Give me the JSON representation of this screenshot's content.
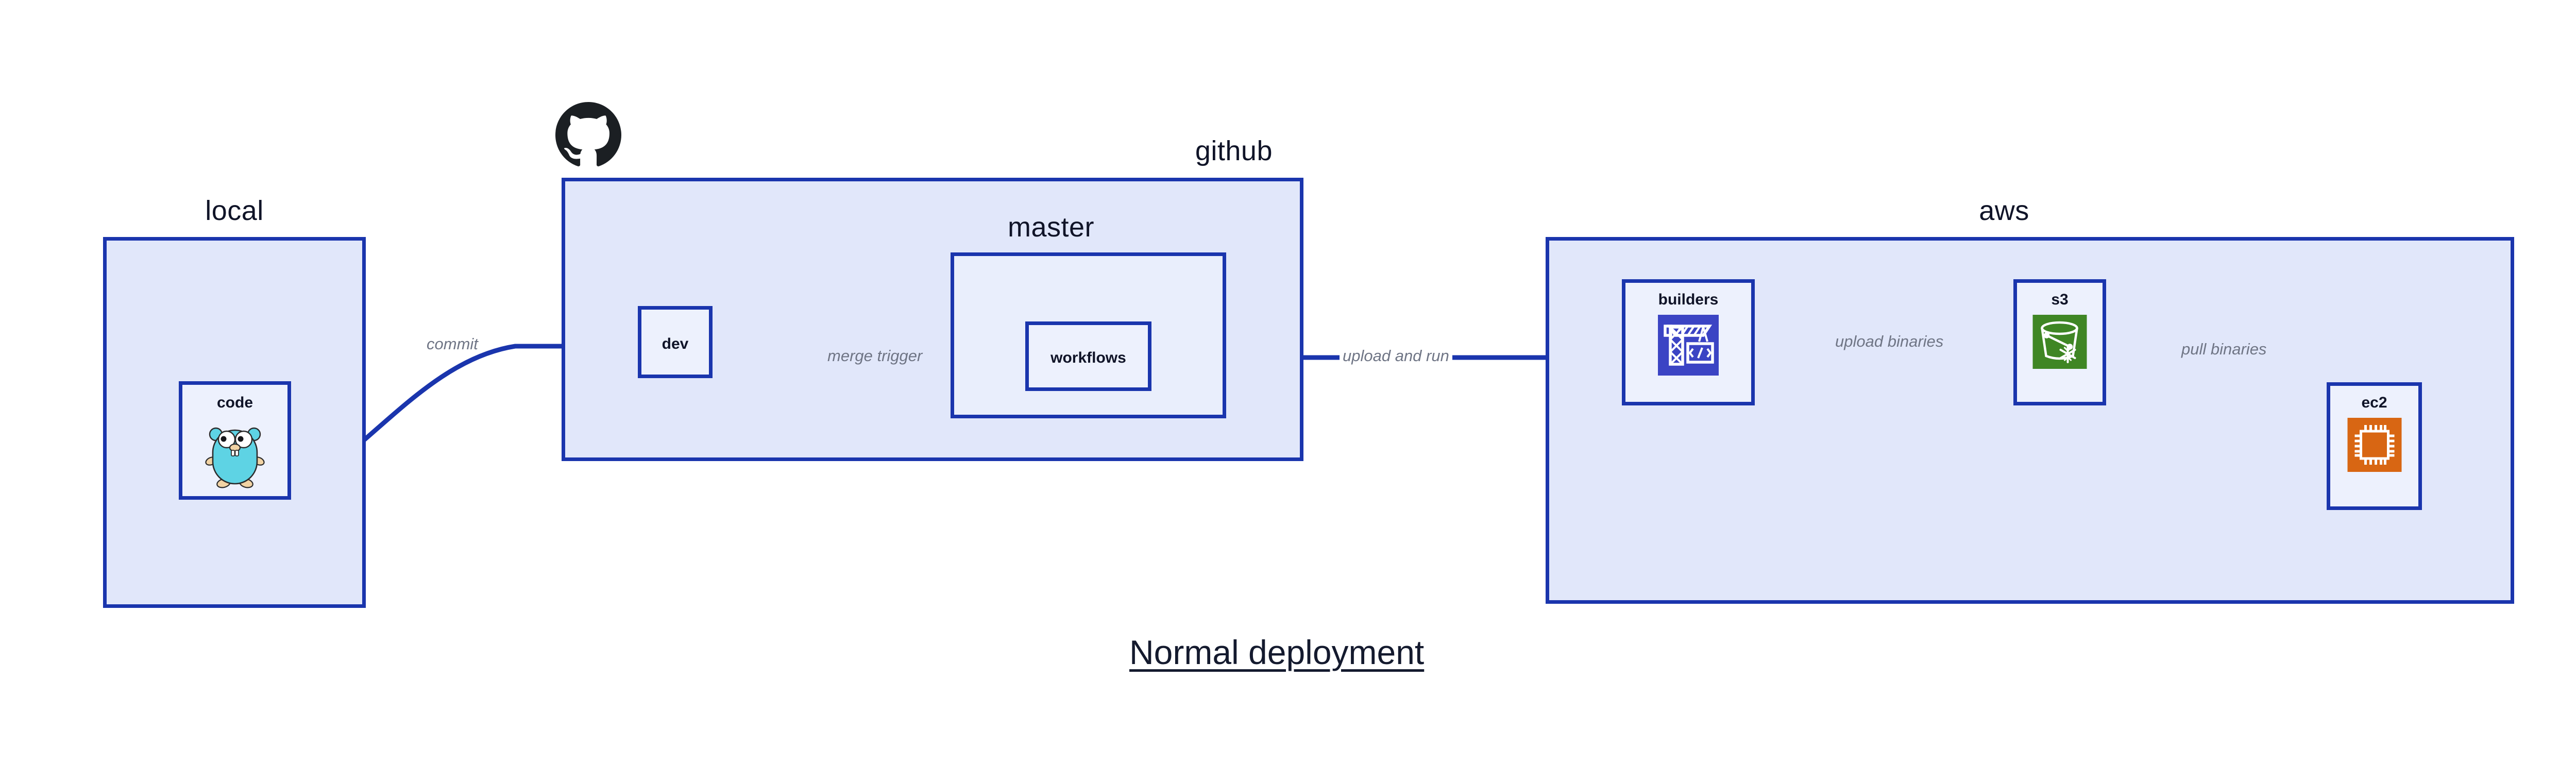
{
  "diagram": {
    "title": "Normal deployment",
    "accent_border": "#1a35ad",
    "group_fill": "#e1e7fa",
    "node_fill": "#edf1fd",
    "label_color": "#101428",
    "edge_label_color": "#6f7585",
    "background": "#ffffff"
  },
  "groups": [
    {
      "id": "local",
      "label": "local"
    },
    {
      "id": "github",
      "label": "github"
    },
    {
      "id": "master",
      "label": "master"
    },
    {
      "id": "aws",
      "label": "aws"
    }
  ],
  "nodes": [
    {
      "id": "code",
      "label": "code",
      "icon": "go-gopher-icon",
      "icon_color": "#5ed3e4"
    },
    {
      "id": "dev",
      "label": "dev",
      "icon": "none",
      "icon_color": ""
    },
    {
      "id": "workflows",
      "label": "workflows",
      "icon": "none",
      "icon_color": ""
    },
    {
      "id": "builders",
      "label": "builders",
      "icon": "aws-crane-icon",
      "icon_color": "#3b44c4"
    },
    {
      "id": "s3",
      "label": "s3",
      "icon": "aws-s3-bucket-icon",
      "icon_color": "#3f8624"
    },
    {
      "id": "ec2",
      "label": "ec2",
      "icon": "aws-ec2-chip-icon",
      "icon_color": "#d86613"
    }
  ],
  "edges": [
    {
      "id": "commit",
      "label": "commit",
      "from": "code",
      "to": "dev"
    },
    {
      "id": "merge-trigger",
      "label": "merge trigger",
      "from": "dev",
      "to": "workflows"
    },
    {
      "id": "upload-and-run",
      "label": "upload and run",
      "from": "workflows",
      "to": "builders"
    },
    {
      "id": "upload-binaries",
      "label": "upload binaries",
      "from": "builders",
      "to": "s3"
    },
    {
      "id": "pull-binaries",
      "label": "pull binaries",
      "from": "s3",
      "to": "ec2"
    }
  ],
  "logos": [
    {
      "id": "github-logo",
      "name": "github-octocat-logo",
      "color": "#1b1f23"
    }
  ]
}
